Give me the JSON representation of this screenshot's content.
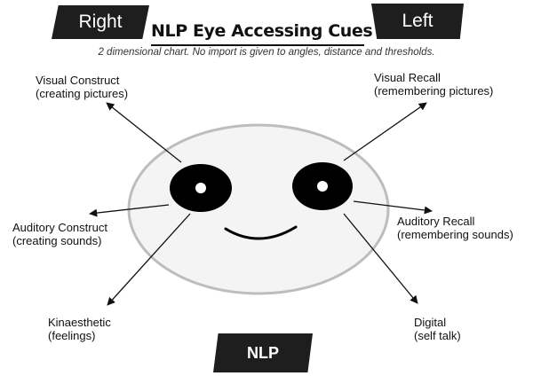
{
  "header": {
    "title": "NLP Eye Accessing Cues",
    "subtitle": "2 dimensional chart. No import is given to angles, distance and thresholds.",
    "right_label": "Right",
    "left_label": "Left"
  },
  "footer": {
    "badge": "NLP"
  },
  "cues": {
    "visual_construct": {
      "name": "Visual Construct",
      "detail": "(creating pictures)"
    },
    "visual_recall": {
      "name": "Visual Recall",
      "detail": "(remembering pictures)"
    },
    "auditory_construct": {
      "name": "Auditory Construct",
      "detail": "(creating sounds)"
    },
    "auditory_recall": {
      "name": "Auditory Recall",
      "detail": "(remembering sounds)"
    },
    "kinaesthetic": {
      "name": "Kinaesthetic",
      "detail": "(feelings)"
    },
    "digital": {
      "name": "Digital",
      "detail": "(self talk)"
    }
  },
  "colors": {
    "ink": "#111111",
    "tag_background": "#1e1e1e",
    "face_fill": "#f4f4f4"
  }
}
